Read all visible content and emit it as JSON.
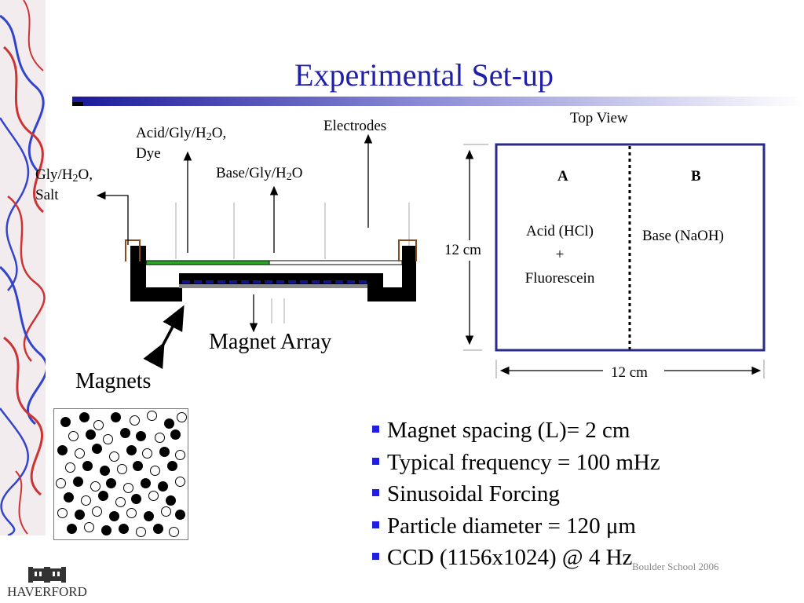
{
  "title": "Experimental Set-up",
  "side_view": {
    "acid_label_line1_pre": "Acid/Gly/H",
    "acid_label_line1_sub": "2",
    "acid_label_line1_post": "O,",
    "acid_label_line2": "Dye",
    "electrodes_label": "Electrodes",
    "gly_label_line1_pre": "Gly/H",
    "gly_label_line1_sub": "2",
    "gly_label_line1_post": "O,",
    "gly_label_line2": "Salt",
    "base_label_pre": "Base/Gly/H",
    "base_label_sub": "2",
    "base_label_post": "O",
    "magnet_array_label": "Magnet Array",
    "magnets_label": "Magnets"
  },
  "top_view": {
    "title": "Top View",
    "height_label": "12 cm",
    "width_label": "12 cm",
    "cell_a_header": "A",
    "cell_b_header": "B",
    "cell_a_line1": "Acid (HCl)",
    "cell_a_line2": "+",
    "cell_a_line3": "Fluorescein",
    "cell_b_text": "Base (NaOH)"
  },
  "bullets": [
    "Magnet spacing (L)= 2 cm",
    "Typical frequency = 100 mHz",
    "Sinusoidal Forcing",
    "Particle diameter = 120 μm",
    "CCD (1156x1024) @ 4 Hz"
  ],
  "footer": "Boulder School 2006",
  "logo_text": "HAVERFORD",
  "colors": {
    "title": "#1f1fa8",
    "bullet_marker": "#1f1fe0",
    "box_border": "#2a2a8a",
    "copper_bracket": "#8b4a1c",
    "acid_layer": "#22aa22"
  }
}
